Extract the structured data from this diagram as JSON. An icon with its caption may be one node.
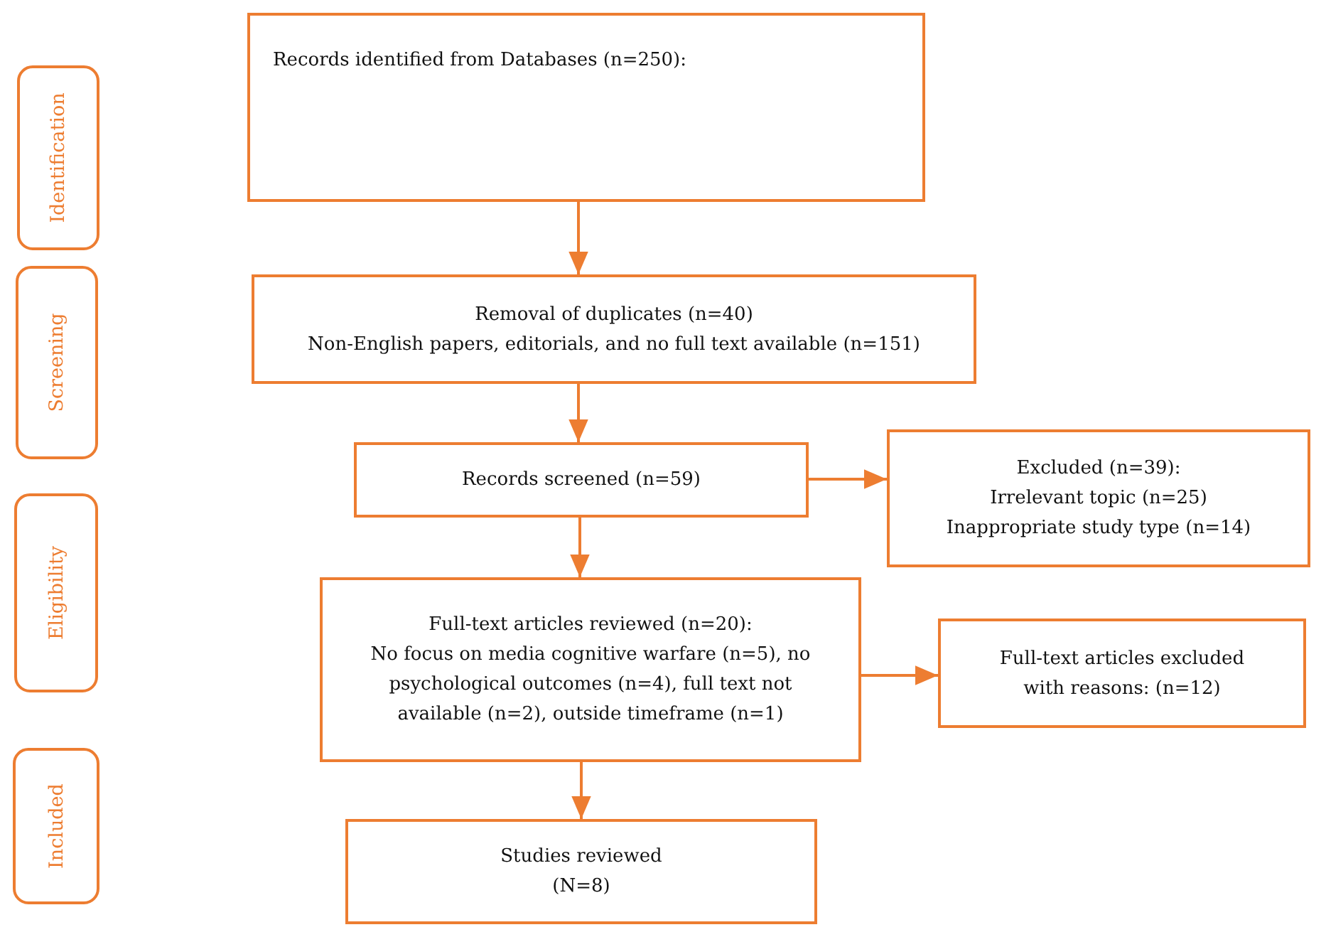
{
  "diagram": {
    "nodes": [
      {
        "text": [
          "Records identified from Databases (n=250):"
        ]
      },
      {
        "text": [
          "Removal of duplicates (n=40)",
          "Non-English papers, editorials, and no full text available (n=151)"
        ]
      },
      {
        "text": [
          "Records screened (n=59)"
        ]
      },
      {
        "text": [
          "Excluded (n=39):",
          "Irrelevant topic (n=25)",
          "Inappropriate study type (n=14)"
        ]
      },
      {
        "text": [
          "Full-text articles reviewed (n=20):",
          "No focus on media cognitive warfare (n=5), no psychological outcomes (n=4), full text not available (n=2), outside timeframe (n=1)"
        ]
      },
      {
        "text": [
          "Full-text articles excluded with reasons: (n=12)"
        ]
      },
      {
        "text": [
          "Studies reviewed",
          "(N=8)"
        ]
      },
      {
        "text": [
          "Identification"
        ]
      },
      {
        "text": [
          "Screening"
        ]
      },
      {
        "text": [
          "Eligibility"
        ]
      },
      {
        "text": [
          "Included"
        ]
      }
    ],
    "edges": [
      {
        "from": 0,
        "to": 1,
        "arrow": "to"
      },
      {
        "from": 1,
        "to": 2,
        "arrow": "to"
      },
      {
        "from": 2,
        "to": 3,
        "arrow": "to"
      },
      {
        "from": 2,
        "to": 4,
        "arrow": "to"
      },
      {
        "from": 4,
        "to": 5,
        "arrow": "to"
      },
      {
        "from": 4,
        "to": 6,
        "arrow": "to"
      }
    ]
  }
}
